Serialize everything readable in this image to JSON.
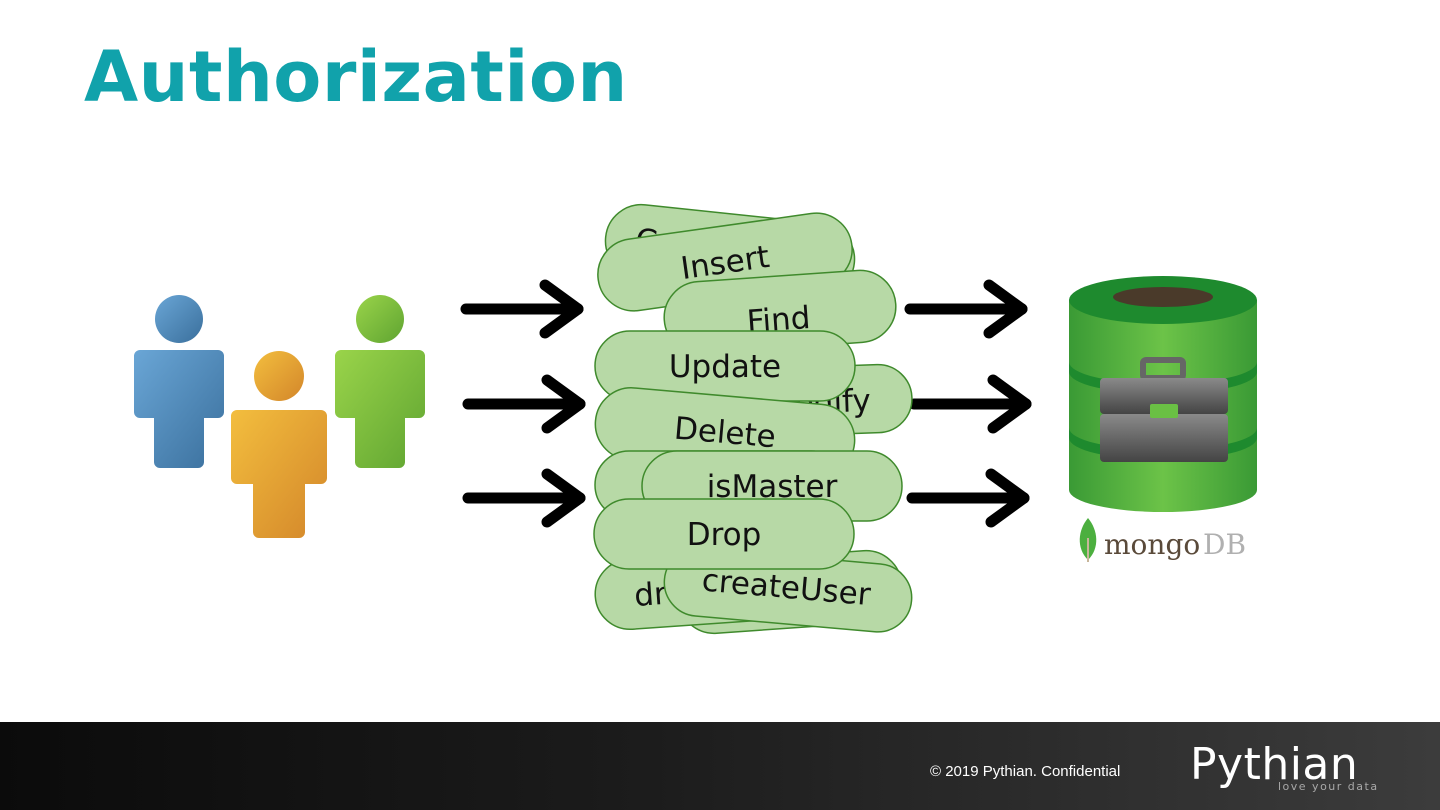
{
  "slide": {
    "title": "Authorization"
  },
  "operations": [
    {
      "id": "op-back-1",
      "label": "",
      "visible_text": "C"
    },
    {
      "id": "op-insert",
      "label": "Insert"
    },
    {
      "id": "op-find",
      "label": "Find"
    },
    {
      "id": "op-update",
      "label": "Update"
    },
    {
      "id": "op-modify",
      "label": "...odify"
    },
    {
      "id": "op-delete",
      "label": "Delete"
    },
    {
      "id": "op-ismaster",
      "label": "isMaster"
    },
    {
      "id": "op-drop",
      "label": "Drop"
    },
    {
      "id": "op-dr",
      "label": "dr"
    },
    {
      "id": "op-createuser",
      "label": "createUser"
    }
  ],
  "database": {
    "logo_text_1": "mongo",
    "logo_text_2": "DB"
  },
  "footer": {
    "copyright": "© 2019 Pythian. Confidential",
    "brand": "Pythian",
    "tagline": "love your data"
  },
  "colors": {
    "title": "#11a2ab",
    "pill_fill": "#b7d9a6",
    "pill_stroke": "#3f8a2c",
    "user_blue": "#4a87b8",
    "user_orange": "#e5a12e",
    "user_green": "#7dbf3a",
    "db_green": "#4caf3f"
  }
}
